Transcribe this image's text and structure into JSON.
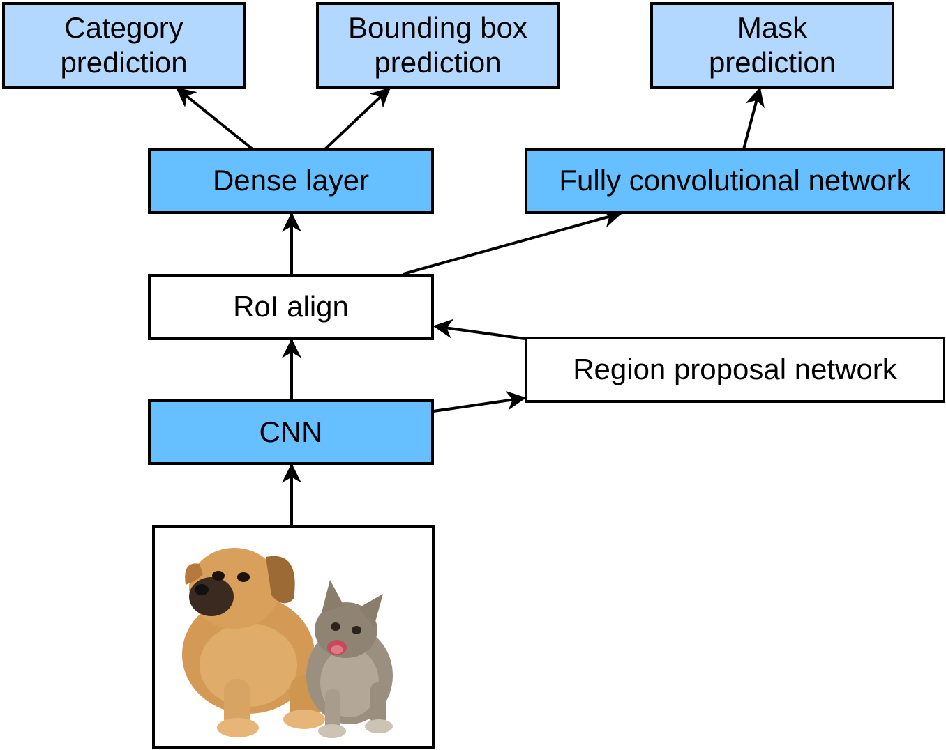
{
  "colors": {
    "prediction_fill": "#b3d8ff",
    "layer_fill": "#66bfff",
    "plain_fill": "#ffffff",
    "stroke": "#000000"
  },
  "nodes": {
    "category": "Category\nprediction",
    "bbox": "Bounding box\nprediction",
    "mask": "Mask\nprediction",
    "dense": "Dense layer",
    "fcn": "Fully convolutional network",
    "roi": "RoI align",
    "rpn": "Region proposal network",
    "cnn": "CNN"
  },
  "input_image": "puppy-and-kitten-photo"
}
